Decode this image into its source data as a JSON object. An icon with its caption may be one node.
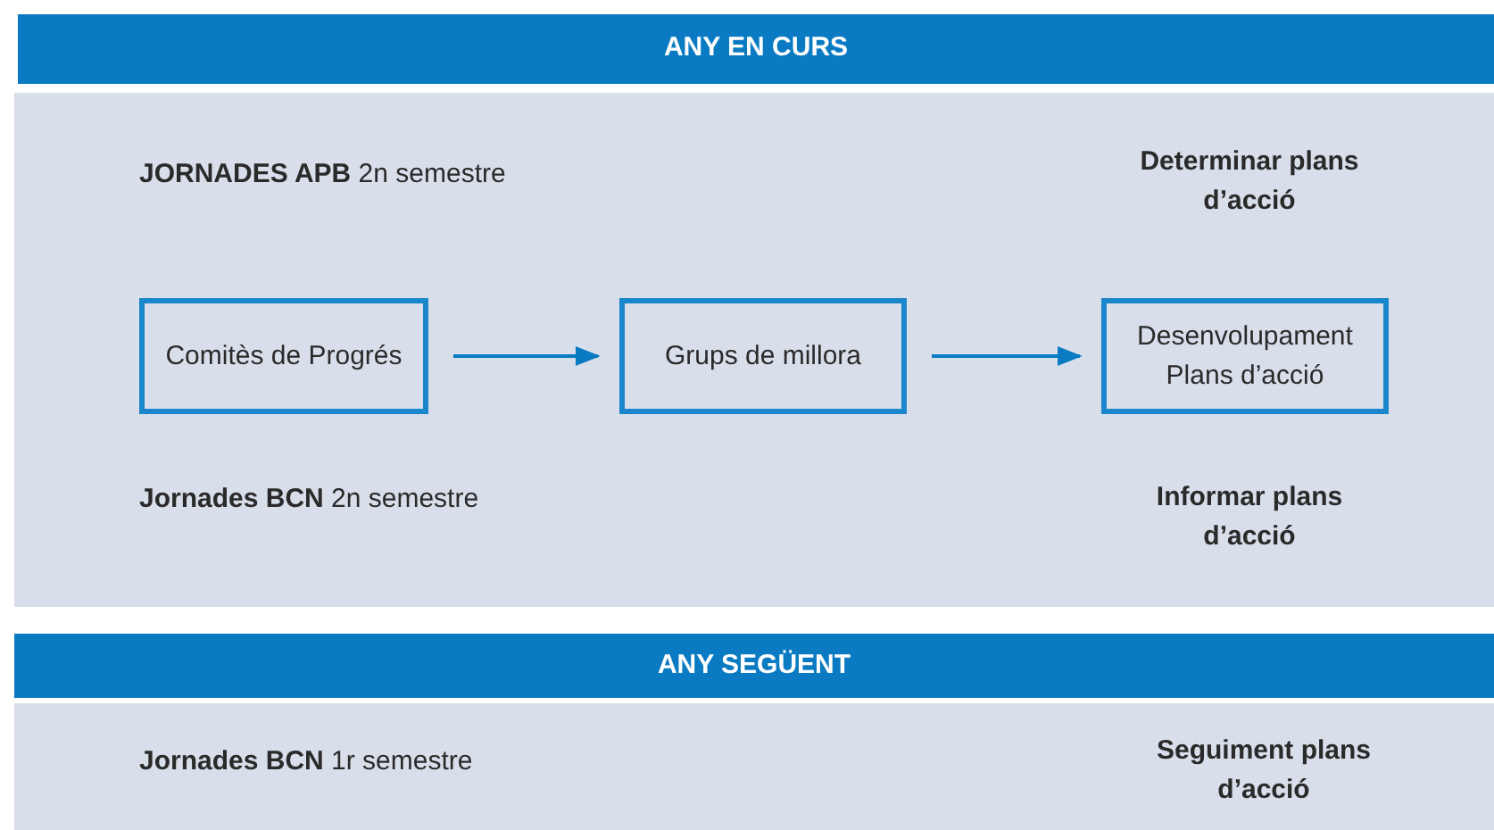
{
  "diagram": {
    "nodes": [
      {
        "text": [
          "ANY EN CURS"
        ]
      },
      {
        "text": [
          "Comitès de Progrés"
        ]
      },
      {
        "text": [
          "Grups de millora"
        ]
      },
      {
        "text": [
          "Desenvolupament Plans d’acció"
        ]
      },
      {
        "text": [
          "ANY SEGÜENT"
        ]
      }
    ],
    "edges": [
      {
        "from": 1,
        "to": 2,
        "arrow": "to"
      },
      {
        "from": 2,
        "to": 3,
        "arrow": "to"
      }
    ],
    "labels": [
      "**JORNADES APB** 2n semestre",
      "Determinar plans d’acció",
      "**Jornades BCN** 2n semestre",
      "Informar plans d’acció",
      "**Jornades BCN** 1r semestre",
      "Seguiment plans d’acció"
    ]
  }
}
